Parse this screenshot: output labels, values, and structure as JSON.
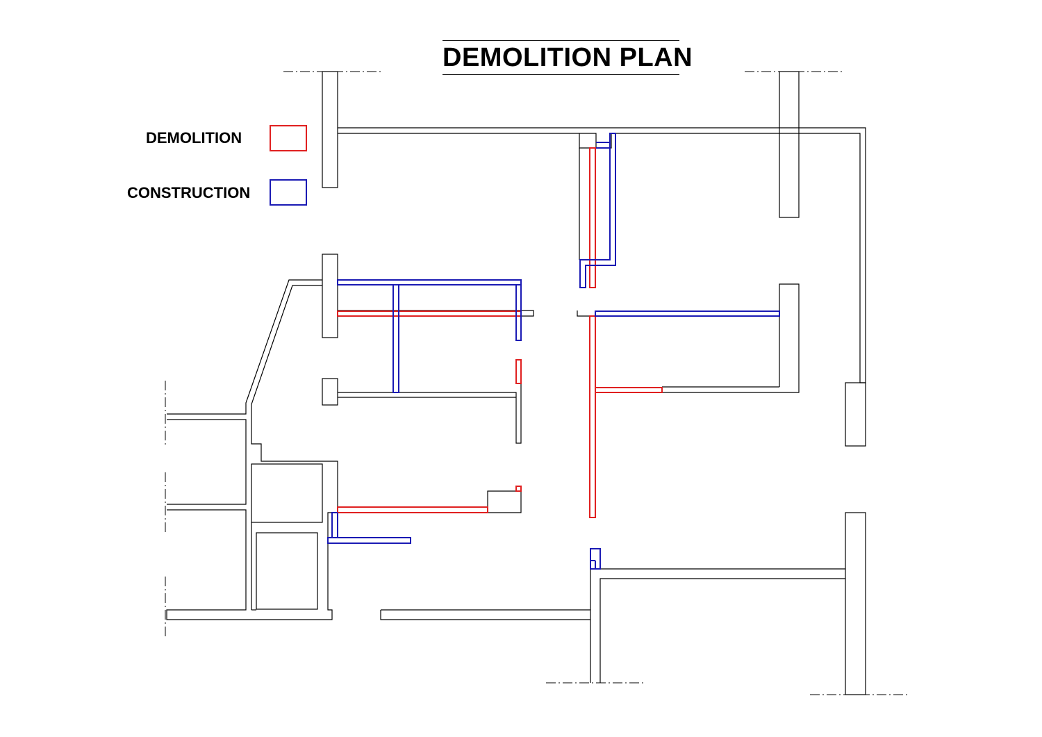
{
  "title": "DEMOLITION PLAN",
  "legend": {
    "demolition": {
      "label": "DEMOLITION",
      "color": "#e02020"
    },
    "construction": {
      "label": "CONSTRUCTION",
      "color": "#1a1ab4"
    }
  },
  "colors": {
    "wall": "#000000"
  }
}
